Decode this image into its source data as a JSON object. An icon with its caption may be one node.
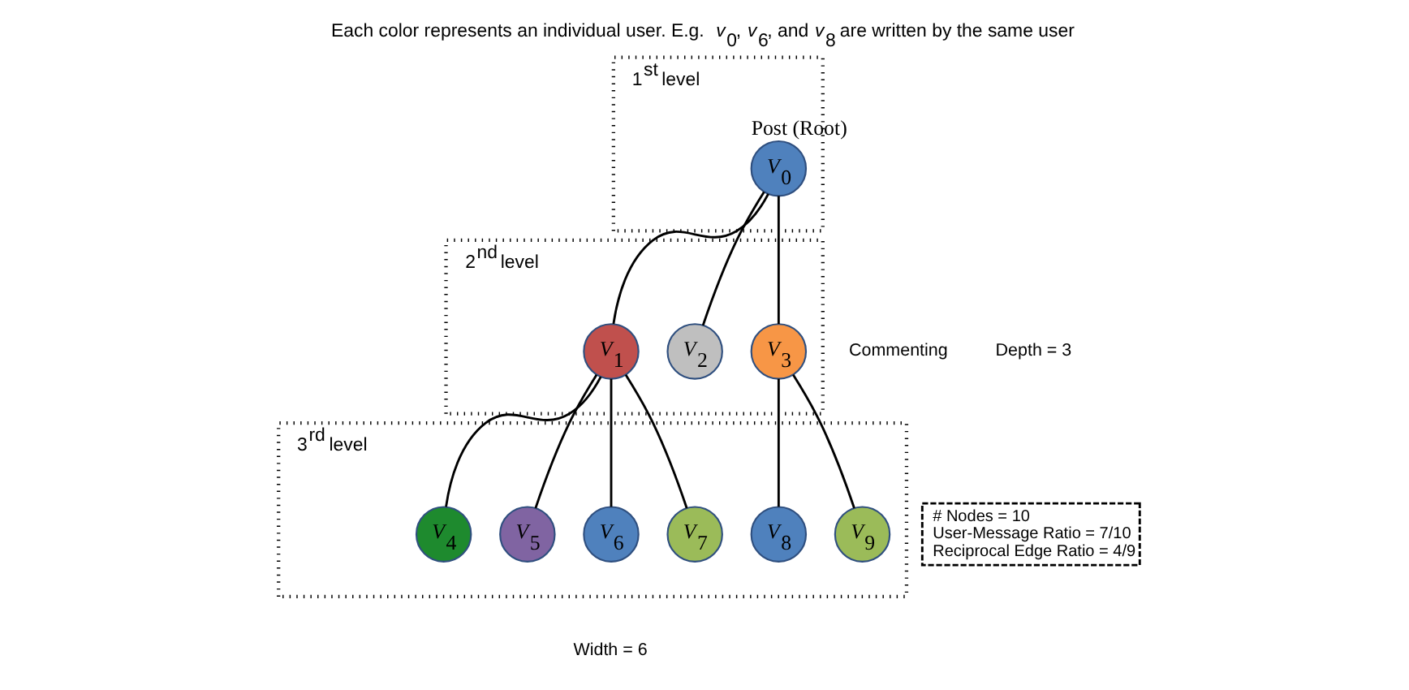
{
  "diagram": {
    "title": "Each color represents an individual user. E.g. *v*$_{0}$, *v*$_{6}$, and *v*$_{8}$ are written by the same user",
    "nodes": [
      {
        "text": [
          "1$^{st}$ level"
        ]
      },
      {
        "text": [
          "*V*$_{0}$"
        ],
        "in": 0,
        "beside": [
          "Post (Root)"
        ]
      },
      {
        "text": [
          "2$^{nd}$ level"
        ]
      },
      {
        "text": [
          "*V*$_{1}$"
        ],
        "in": 2
      },
      {
        "text": [
          "*V*$_{2}$"
        ],
        "in": 2
      },
      {
        "text": [
          "*V*$_{3}$"
        ],
        "in": 2
      },
      {
        "text": [
          "3$^{rd}$ level"
        ]
      },
      {
        "text": [
          "*V*$_{4}$"
        ],
        "in": 6
      },
      {
        "text": [
          "*V*$_{5}$"
        ],
        "in": 6
      },
      {
        "text": [
          "*V*$_{6}$"
        ],
        "in": 6
      },
      {
        "text": [
          "*V*$_{7}$"
        ],
        "in": 6
      },
      {
        "text": [
          "*V*$_{8}$"
        ],
        "in": 6
      },
      {
        "text": [
          "*V*$_{9}$"
        ],
        "in": 6
      },
      {
        "text": [
          "# Nodes = 10",
          "User-Message Ratio = 7/10",
          "Reciprocal Edge Ratio = 4/9"
        ]
      }
    ],
    "edges": [
      {
        "from": 1,
        "to": 3,
        "arrow": "none"
      },
      {
        "from": 1,
        "to": 4,
        "arrow": "none"
      },
      {
        "from": 1,
        "to": 5,
        "arrow": "none"
      },
      {
        "from": 3,
        "to": 7,
        "arrow": "none"
      },
      {
        "from": 3,
        "to": 8,
        "arrow": "none"
      },
      {
        "from": 3,
        "to": 9,
        "arrow": "none"
      },
      {
        "from": 3,
        "to": 10,
        "arrow": "none"
      },
      {
        "from": 5,
        "to": 11,
        "arrow": "none"
      },
      {
        "from": 5,
        "to": 12,
        "arrow": "none"
      }
    ],
    "labels": [
      "Commenting",
      "Depth = 3",
      "Width = 6"
    ]
  }
}
